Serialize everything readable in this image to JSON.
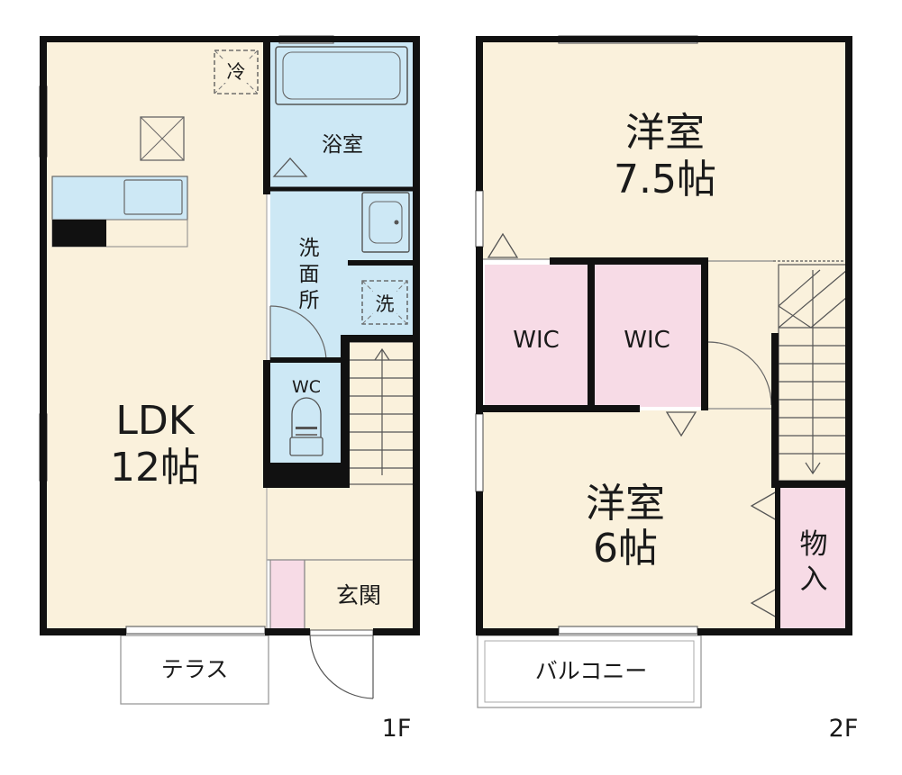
{
  "floor_1": {
    "label": "1F",
    "rooms": {
      "ldk_name": "LDK",
      "ldk_size": "12帖",
      "bath": "浴室",
      "washroom": "洗面所",
      "wc": "WC",
      "entrance": "玄関",
      "terrace": "テラス"
    },
    "fixtures": {
      "fridge": "冷",
      "washer": "洗"
    }
  },
  "floor_2": {
    "label": "2F",
    "rooms": {
      "western_large_name": "洋室",
      "western_large_size": "7.5帖",
      "western_small_name": "洋室",
      "western_small_size": "6帖",
      "wic_1": "WIC",
      "wic_2": "WIC",
      "storage": "物入",
      "balcony": "バルコニー"
    }
  },
  "colors": {
    "wall": "#111111",
    "living_floor": "#faf1dc",
    "wet_area": "#cde8f5",
    "closet": "#f7dbe6",
    "exterior": "#ffffff",
    "line": "#555555"
  }
}
